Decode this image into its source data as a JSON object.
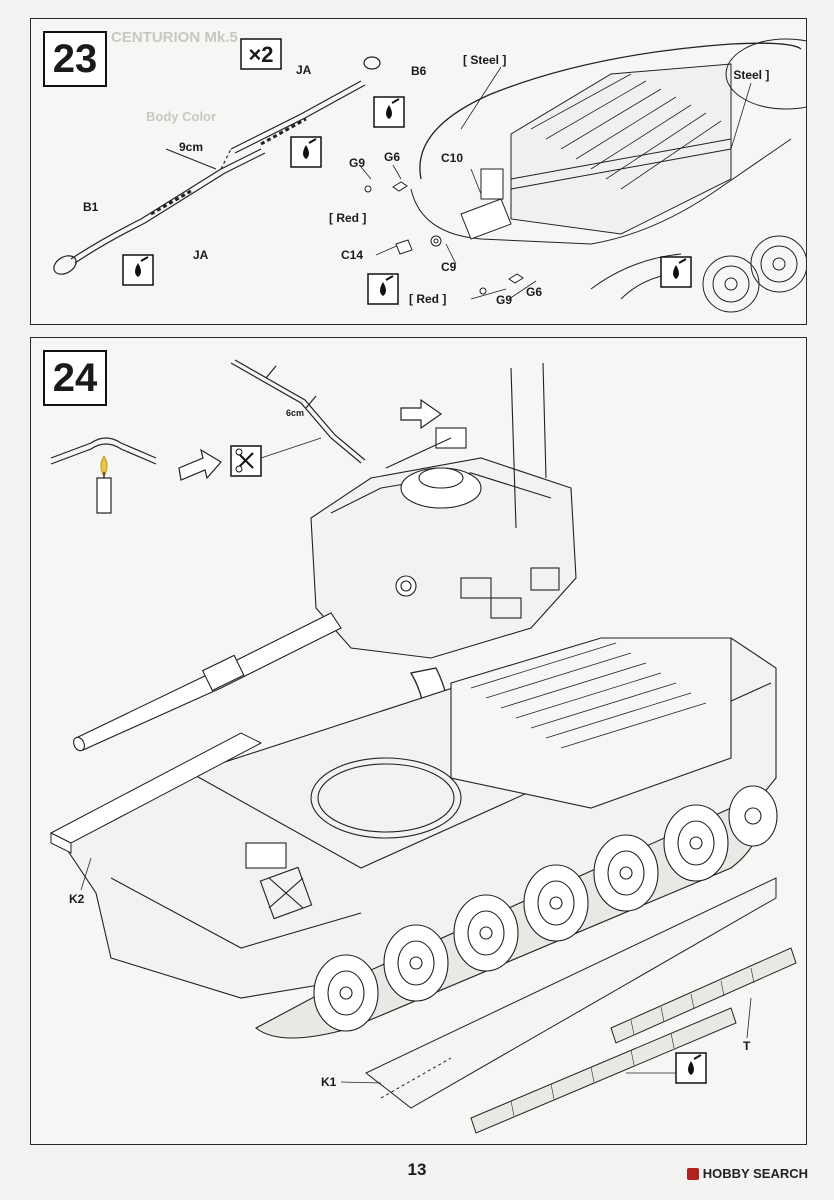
{
  "steps": {
    "step23": {
      "number": "23",
      "multiplier": "×2",
      "cable_length": "9cm",
      "labels": {
        "ja_top": "JA",
        "ja_bottom": "JA",
        "b1": "B1",
        "b6": "B6",
        "g9_upper": "G9",
        "g6_upper": "G6",
        "red_upper": "[ Red ]",
        "c10": "C10",
        "c14": "C14",
        "c9": "C9",
        "red_lower": "[ Red ]",
        "g9_lower": "G9",
        "g6_lower": "G6",
        "steel_left": "[ Steel ]",
        "steel_right": "[ Steel ]"
      },
      "ghost_text": {
        "line1": "CENTURION Mk.5",
        "line2": "Body Color"
      }
    },
    "step24": {
      "number": "24",
      "antenna_length": "6cm",
      "labels": {
        "k2": "K2",
        "k1": "K1",
        "t": "T"
      }
    }
  },
  "footer": {
    "page_number": "13",
    "watermark": "HOBBY SEARCH"
  },
  "icons": [
    "glue-icon",
    "candle-icon",
    "cutter-icon",
    "arrow-right-icon",
    "rotate-arrow-icon"
  ]
}
